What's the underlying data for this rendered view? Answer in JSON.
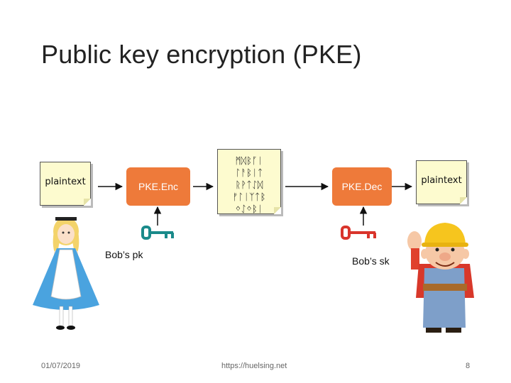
{
  "title": "Public key encryption (PKE)",
  "notes": {
    "plaintext_left": "plaintext",
    "plaintext_right": "plaintext",
    "ciphertext_lines": [
      "ᛗᛞᛒᚪᛁ",
      "ᛚᚨᛒᛁᛏ",
      "ᚱᚹᛏᛇᛞ",
      "ᚠᛚᛁᛉᛏᛒ",
      "ᛜᛇᛜᛒᛁ"
    ]
  },
  "boxes": {
    "enc": "PKE.Enc",
    "dec": "PKE.Dec"
  },
  "labels": {
    "bob_pk": "Bob’s pk",
    "bob_sk": "Bob’s sk"
  },
  "colors": {
    "box_orange": "#ee7a3a",
    "key_teal": "#1a8a8a",
    "key_red": "#d9342b",
    "note_yellow": "#fdfbcf"
  },
  "icons": {
    "pk": "key-icon",
    "sk": "key-icon",
    "alice": "alice-figure",
    "bob": "builder-figure"
  },
  "footer": {
    "date": "01/07/2019",
    "url": "https://huelsing.net",
    "page": "8"
  }
}
